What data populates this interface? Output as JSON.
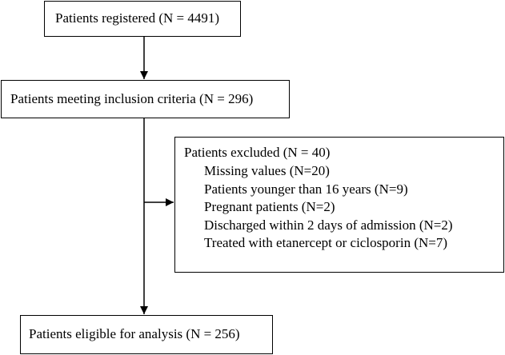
{
  "boxes": {
    "registered": "Patients registered (N = 4491)",
    "inclusion": "Patients meeting inclusion criteria (N = 296)",
    "excluded": {
      "title": "Patients excluded (N = 40)",
      "reasons": [
        "Missing values (N=20)",
        "Patients younger than 16 years (N=9)",
        "Pregnant patients (N=2)",
        "Discharged within 2 days of admission (N=2)",
        "Treated with etanercept or ciclosporin (N=7)"
      ]
    },
    "eligible": "Patients eligible for analysis (N = 256)"
  },
  "colors": {
    "line": "#000000",
    "background": "#ffffff"
  }
}
